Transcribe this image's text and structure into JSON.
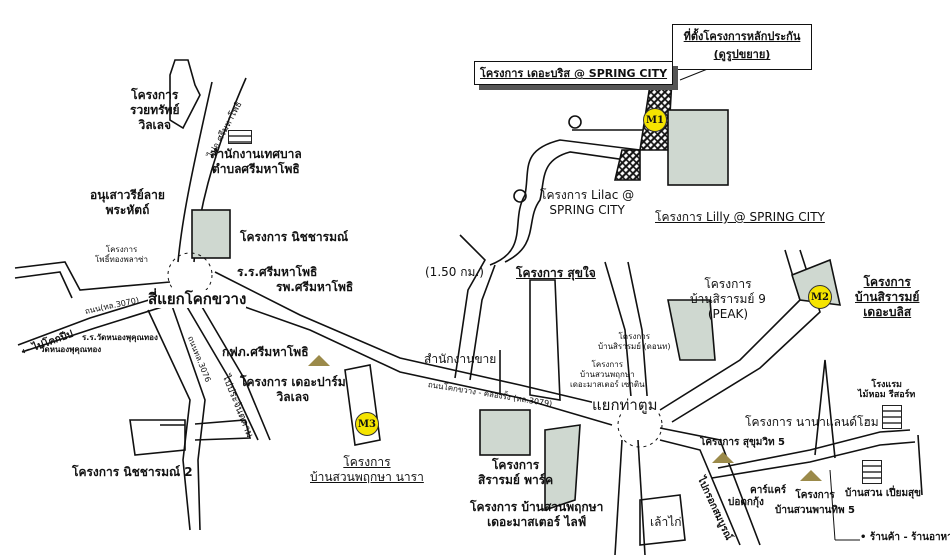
{
  "map": {
    "callout_main": {
      "title": "ที่ตั้งโครงการหลักประกัน",
      "subtitle": "(ดูรูปขยาย)"
    },
    "spring_city_bliss": "โครงการ เดอะบริส @ SPRING CITY",
    "lilac": [
      "โครงการ Lilac @",
      "SPRING CITY"
    ],
    "lilly": "โครงการ Lilly @ SPRING CITY",
    "markers": {
      "m1": "M1",
      "m2": "M2",
      "m3": "M3"
    },
    "north_left": {
      "ruaysap": [
        "โครงการ",
        "รวยทรัพย์",
        "วิลเลจ"
      ],
      "municipal": [
        "สำนักงานเทศบาล",
        "ตำบลศรีมหาโพธิ"
      ],
      "monument": [
        "อนุเสาวรีย์ลาย",
        "พระหัตถ์"
      ],
      "nitcharam": "โครงการ นิชชารมณ์",
      "school": "ร.ร.ศรีมหาโพธิ",
      "hospital": "รพ.ศรีมหาโพธิ",
      "phothong": [
        "โครงการ",
        "โพธิ์ทองพลาซ่า"
      ],
      "intersection": "สี่แยกโคกขวาง",
      "road_north": "ไปอ.ศรีมหาโพธิ"
    },
    "west": {
      "road_3070": "ถนน(ทล.3070)",
      "to_khokpip": "ไปโคกปีป",
      "wat_school": "ร.ร.วัดหนองพุคุณทอง",
      "wat": "วัดหนองพุคุณทอง",
      "road_3076": "ถนนทล.3076",
      "to_prachin": "ไปประจันตคาม",
      "nitcharam2": "โครงการ นิชชารมณ์ 2"
    },
    "center": {
      "pea": "กฟภ.ศรีมหาโพธิ",
      "park_village": [
        "โครงการ เดอะปาร์ม",
        "วิลเลจ"
      ],
      "m3_project": [
        "โครงการ",
        "บ้านสวนพฤกษา นารา"
      ],
      "distance": "(1.50 กม.)",
      "sukjai": "โครงการ สุขใจ",
      "office": "สำนักงานขาย",
      "main_road": "ถนนโคกขวาง - คลองรั้ง (ทล.3079)",
      "sirarom_park": [
        "โครงการ",
        "สิรารมย์ พาร์ค"
      ],
      "suanpruksa_life": [
        "โครงการ บ้านสวนพฤกษา",
        "เดอะมาสเตอร์ ไลฟ์"
      ],
      "suanpruksa_small": [
        "โครงการ",
        "บ้านสวนพฤกษา",
        "เดอะมาสเตอร์ เซาติน"
      ],
      "sirarom_small": [
        "โครงการ",
        "บ้านสิรารมย์ (ดอนท)"
      ],
      "junction": "แยกท่าตูม",
      "chicken": "เล้าไก่"
    },
    "east": {
      "sirarom9": [
        "โครงการ",
        "บ้านสิรารมย์ 9",
        "(PEAK)"
      ],
      "m2_project": [
        "โครงการ",
        "บ้านสิรารมย์",
        "เดอะบลิส"
      ],
      "hotel": [
        "โรงแรม",
        "ไม้หอม รีสอร์ท"
      ],
      "nana": "โครงการ นานาแลนด์โฮม",
      "sukhumvit5": "โครงการ สุขุมวิท 5",
      "carcare": "คาร์แคร์",
      "shrimp": "บ่อตกกุ้ง",
      "suanpan": [
        "โครงการ",
        "บ้านสวนพานทิพ 5"
      ],
      "piamsuk": "บ้านสวน เปี่ยมสุข",
      "shops": "ร้านค้า - ร้านอาหาร",
      "to_prachantakham": "ไปกรอกสมบูรณ์"
    }
  }
}
